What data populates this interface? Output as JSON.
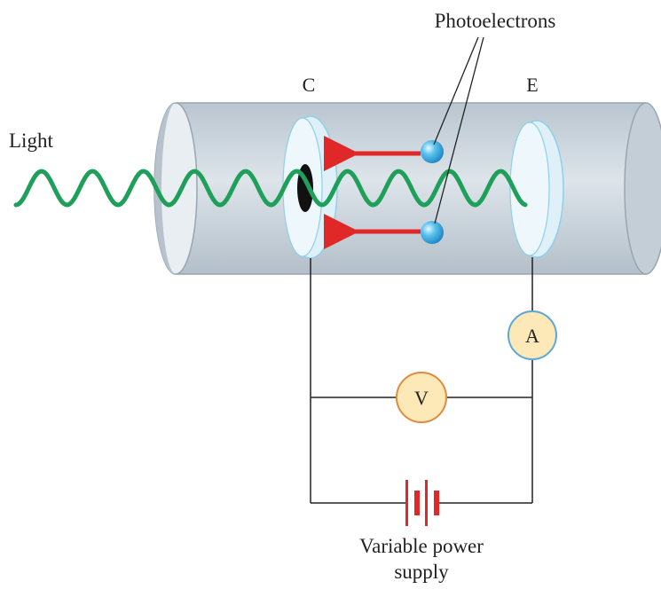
{
  "labels": {
    "photoelectrons": "Photoelectrons",
    "electrode_c": "C",
    "electrode_e": "E",
    "light": "Light",
    "ammeter": "A",
    "voltmeter": "V",
    "supply_line1": "Variable power",
    "supply_line2": "supply"
  },
  "colors": {
    "tube_body": "#cdd6de",
    "tube_edge": "#98a6b2",
    "plate_fill": "#e6f4fb",
    "plate_edge": "#8fd0ea",
    "light_wave": "#1fa05a",
    "electron": "#3fb0e6",
    "arrow": "#e02828",
    "meter_fill": "#fde8b8",
    "ammeter_edge": "#5aa8d8",
    "voltmeter_edge": "#e08a3c",
    "wire": "#222222",
    "battery": "#e02828"
  },
  "icons": {
    "electron": "sphere-icon",
    "ammeter": "ammeter-icon",
    "voltmeter": "voltmeter-icon",
    "battery": "battery-icon"
  }
}
